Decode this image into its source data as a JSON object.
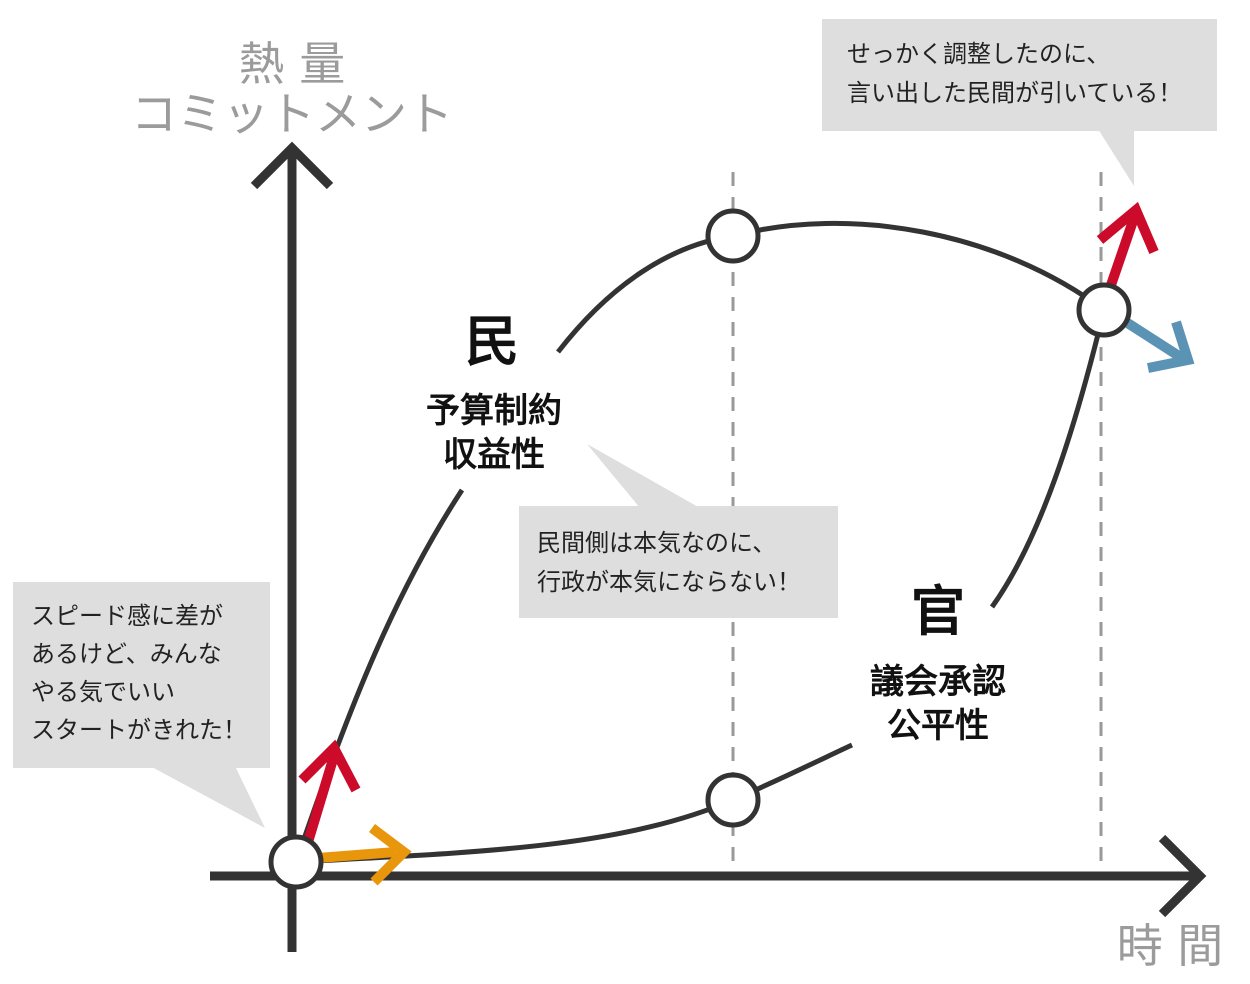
{
  "axes": {
    "y_label_line1": "熱 量",
    "y_label_line2": "コミットメント",
    "x_label": "時 間"
  },
  "groups": {
    "private": {
      "title": "民",
      "sub_line1": "予算制約",
      "sub_line2": "収益性"
    },
    "public": {
      "title": "官",
      "sub_line1": "議会承認",
      "sub_line2": "公平性"
    }
  },
  "callouts": {
    "start": [
      "スピード感に差が",
      "あるけど、みんな",
      "やる気でいい",
      "スタートがきれた！"
    ],
    "middle": [
      "民間側は本気なのに、",
      "行政が本気にならない！"
    ],
    "end": [
      "せっかく調整したのに、",
      "言い出した民間が引いている！"
    ]
  },
  "colors": {
    "axis": "#333333",
    "curve": "#333333",
    "arrow_private": "#cc0a2a",
    "arrow_public_start": "#e8960c",
    "arrow_public_end": "#5b93b5",
    "callout_fill": "#dedede",
    "guide_line": "#999999"
  }
}
